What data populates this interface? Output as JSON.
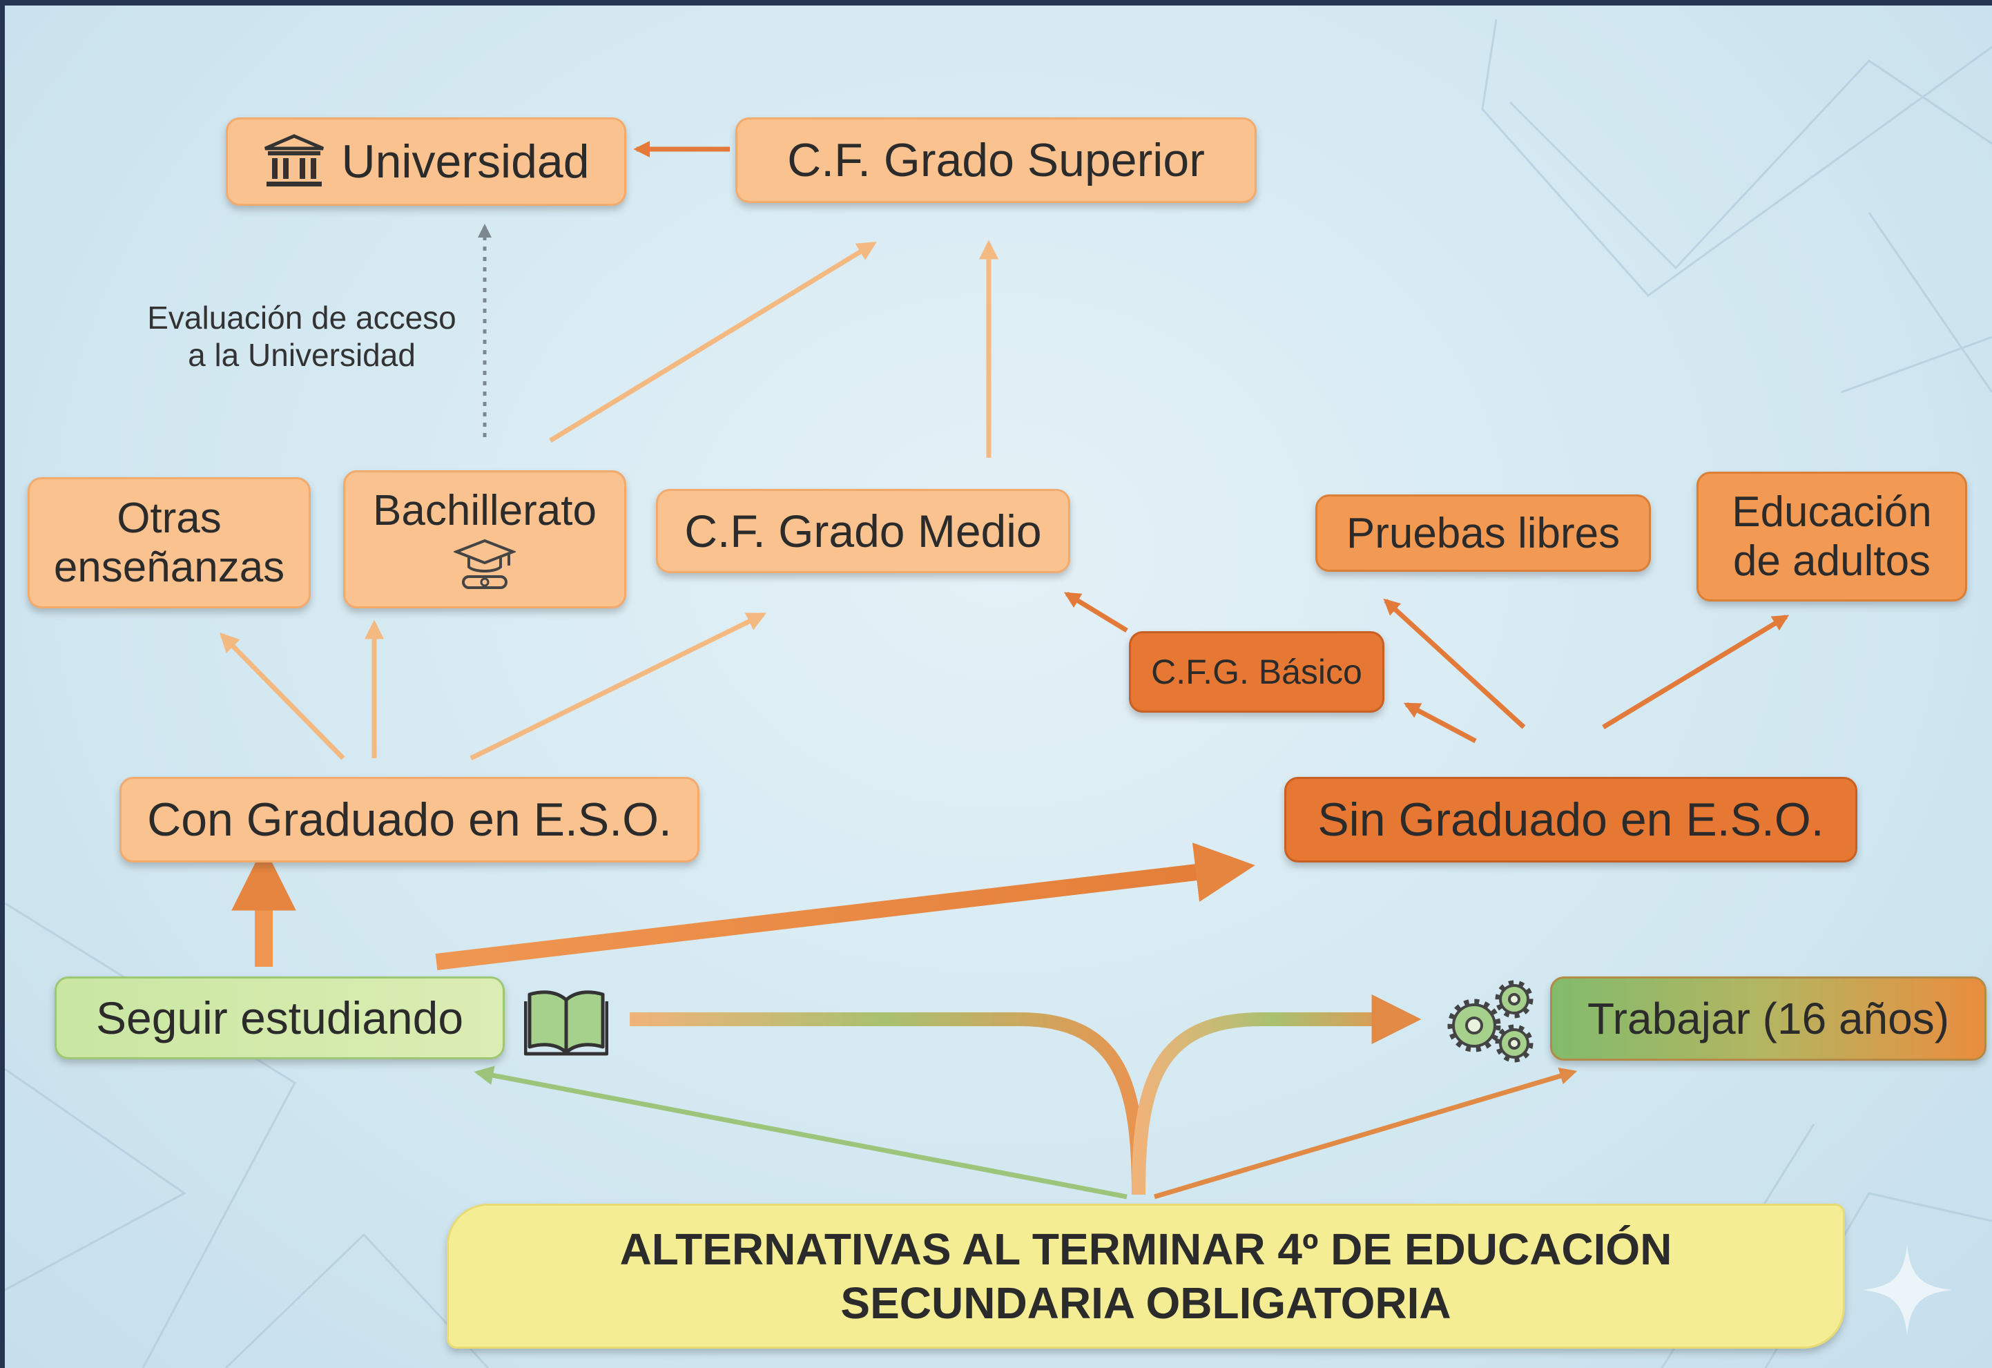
{
  "title": {
    "line1": "ALTERNATIVAS AL TERMINAR 4º DE EDUCACIÓN",
    "line2": "SECUNDARIA OBLIGATORIA"
  },
  "nodes": {
    "universidad": "Universidad",
    "cf_grado_superior": "C.F. Grado Superior",
    "otras_line1": "Otras",
    "otras_line2": "enseñanzas",
    "bachillerato": "Bachillerato",
    "cf_grado_medio": "C.F. Grado Medio",
    "pruebas_libres": "Pruebas libres",
    "educacion_line1": "Educación",
    "educacion_line2": "de adultos",
    "cfg_basico": "C.F.G. Básico",
    "con_graduado": "Con Graduado en E.S.O.",
    "sin_graduado": "Sin Graduado en E.S.O.",
    "seguir_estudiando": "Seguir estudiando",
    "trabajar": "Trabajar (16 años)"
  },
  "annotation": {
    "line1": "Evaluación de acceso",
    "line2": "a la Universidad"
  },
  "icons": {
    "universidad": "university-building-icon",
    "bachillerato": "graduation-cap-icon",
    "seguir": "open-book-icon",
    "trabajar": "gears-icon",
    "corner": "sparkle-icon"
  },
  "colors": {
    "light_orange": "#f9c28f",
    "mid_orange": "#f29a53",
    "dark_orange": "#e67834",
    "green": "#c9e6a2",
    "yellow": "#f4ed94",
    "arrow_light": "#f4b981",
    "arrow_dark": "#e27a3a"
  }
}
